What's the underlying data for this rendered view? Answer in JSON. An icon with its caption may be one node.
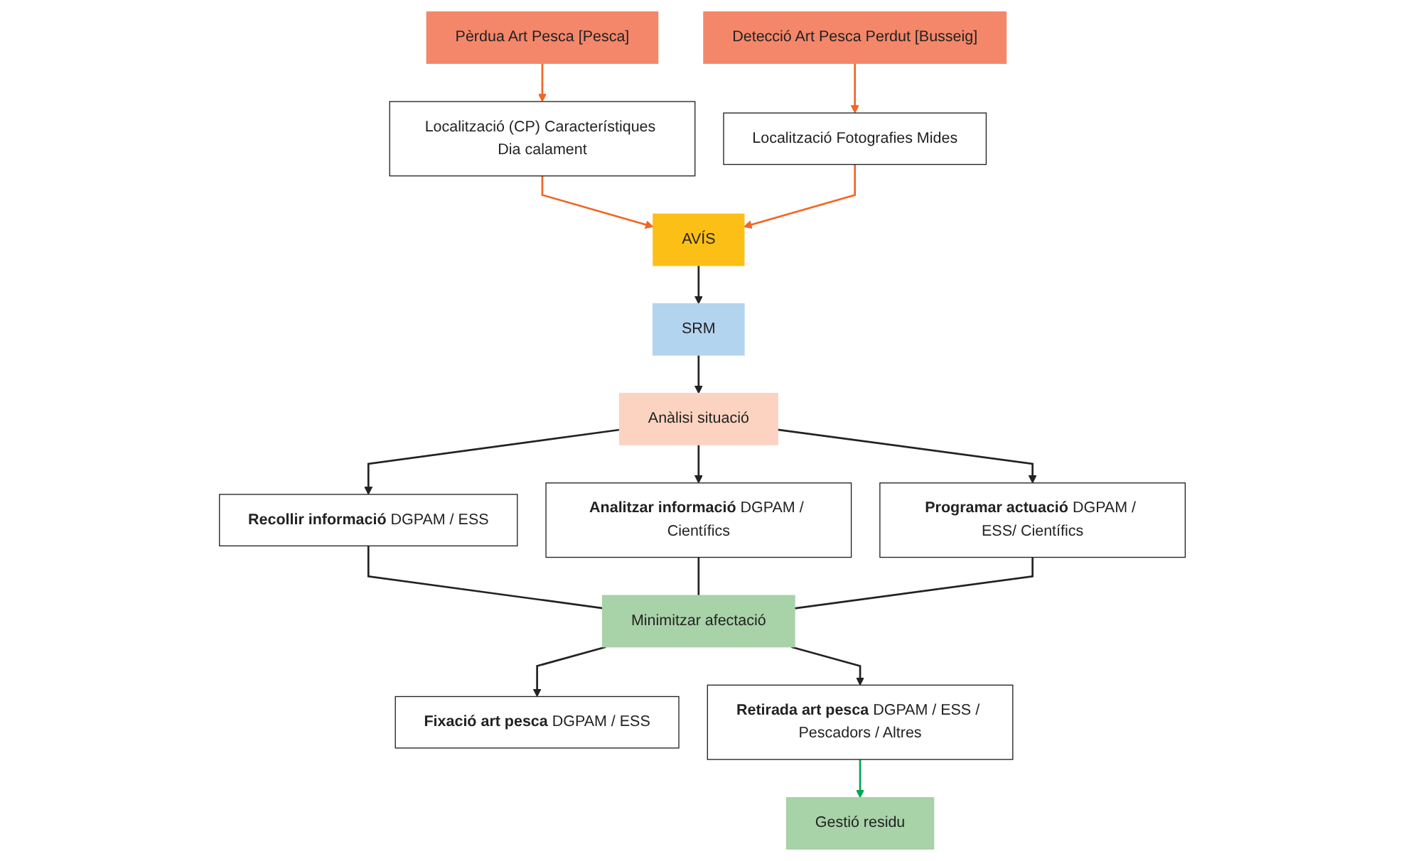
{
  "diagram": {
    "nodes": [
      {
        "text": [
          "Pèrdua Art Pesca [Pesca]"
        ]
      },
      {
        "text": [
          "Detecció Art Pesca Perdut [Busseig]"
        ]
      },
      {
        "text": [
          "Localització (CP) Característiques Dia calament"
        ]
      },
      {
        "text": [
          "AVÍS"
        ]
      },
      {
        "text": [
          "Localització Fotografies Mides"
        ]
      },
      {
        "text": [
          "SRM"
        ]
      },
      {
        "text": [
          "Anàlisi situació"
        ]
      },
      {
        "text": [
          "**Recollir informació** DGPAM / ESS"
        ]
      },
      {
        "text": [
          "**Analitzar informació** DGPAM / Científics"
        ]
      },
      {
        "text": [
          "**Programar actuació** DGPAM / ESS/ Científics"
        ]
      },
      {
        "text": [
          "**Fixació art pesca** DGPAM / ESS"
        ]
      },
      {
        "text": [
          "**Retirada art pesca** DGPAM / ESS / Pescadors / Altres"
        ]
      },
      {
        "text": [
          "Minimitzar afectació"
        ]
      },
      {
        "text": [
          "Gestió residu"
        ]
      }
    ],
    "edges": [
      {
        "from": 0,
        "to": 2,
        "arrow": "to",
        "color": "#f26522"
      },
      {
        "from": 1,
        "to": 4,
        "arrow": "to",
        "color": "#f26522"
      },
      {
        "from": 2,
        "to": 3,
        "arrow": "to",
        "color": "#f26522"
      },
      {
        "from": 4,
        "to": 3,
        "arrow": "to",
        "color": "#f26522"
      },
      {
        "from": 3,
        "to": 5,
        "arrow": "to"
      },
      {
        "from": 5,
        "to": 6,
        "arrow": "to"
      },
      {
        "from": 6,
        "to": 7,
        "arrow": "to"
      },
      {
        "from": 6,
        "to": 8,
        "arrow": "to"
      },
      {
        "from": 6,
        "to": 9,
        "arrow": "to"
      },
      {
        "from": 7,
        "to": 12,
        "arrow": "none"
      },
      {
        "from": 8,
        "to": 12,
        "arrow": "none"
      },
      {
        "from": 9,
        "to": 12,
        "arrow": "none"
      },
      {
        "from": 12,
        "to": 10,
        "arrow": "to"
      },
      {
        "from": 12,
        "to": 11,
        "arrow": "to"
      },
      {
        "from": 11,
        "to": 13,
        "arrow": "to",
        "color": "#00a651"
      }
    ]
  }
}
